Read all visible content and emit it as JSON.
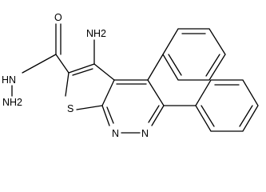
{
  "molecule": {
    "atom_labels": {
      "nh2_amino": "NH2",
      "carbonyl_o": "O",
      "hydrazide_nh": "H",
      "hydrazide_n": "N",
      "hydrazide_nh2": "NH2",
      "thiophene_s": "S",
      "pyridazine_n1": "N",
      "pyridazine_n2": "N"
    },
    "colors": {
      "bond": "#000000",
      "label": "#000000",
      "background": "#ffffff"
    }
  }
}
